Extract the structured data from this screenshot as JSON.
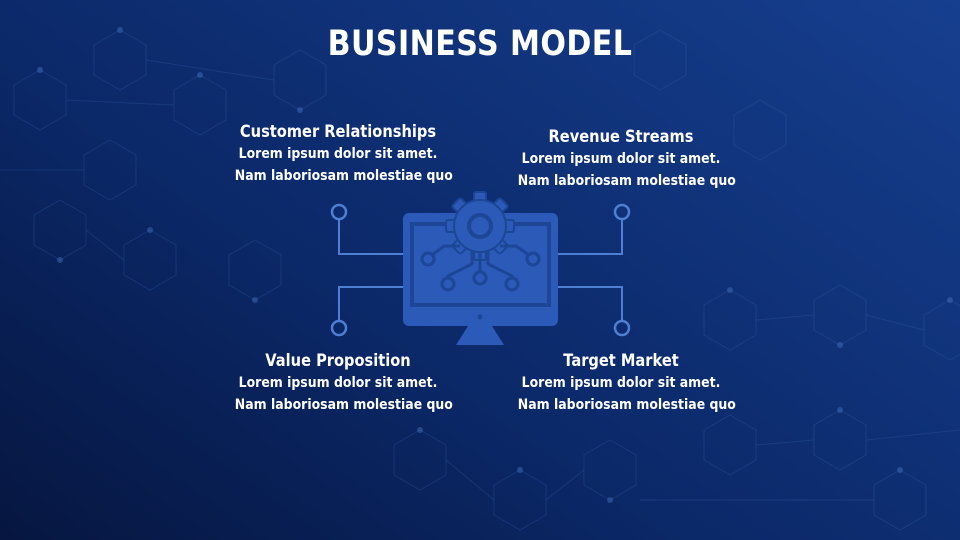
{
  "title": "BUSINESS MODEL",
  "colors": {
    "bg_dark": "#061640",
    "bg_light": "#163f8f",
    "icon_blue": "#2b5ab8",
    "line_blue": "#5a86d6",
    "text": "#ffffff"
  },
  "icon": "computer-gear-circuit-icon",
  "blocks": [
    {
      "heading": "Customer Relationships",
      "line1": "Lorem ipsum dolor sit amet.",
      "line2": "Nam laboriosam molestiae quo"
    },
    {
      "heading": "Revenue Streams",
      "line1": "Lorem ipsum dolor sit amet.",
      "line2": "Nam laboriosam molestiae quo"
    },
    {
      "heading": "Value Proposition",
      "line1": "Lorem ipsum dolor sit amet.",
      "line2": "Nam laboriosam molestiae quo"
    },
    {
      "heading": "Target Market",
      "line1": "Lorem ipsum dolor sit amet.",
      "line2": "Nam laboriosam molestiae quo"
    }
  ]
}
